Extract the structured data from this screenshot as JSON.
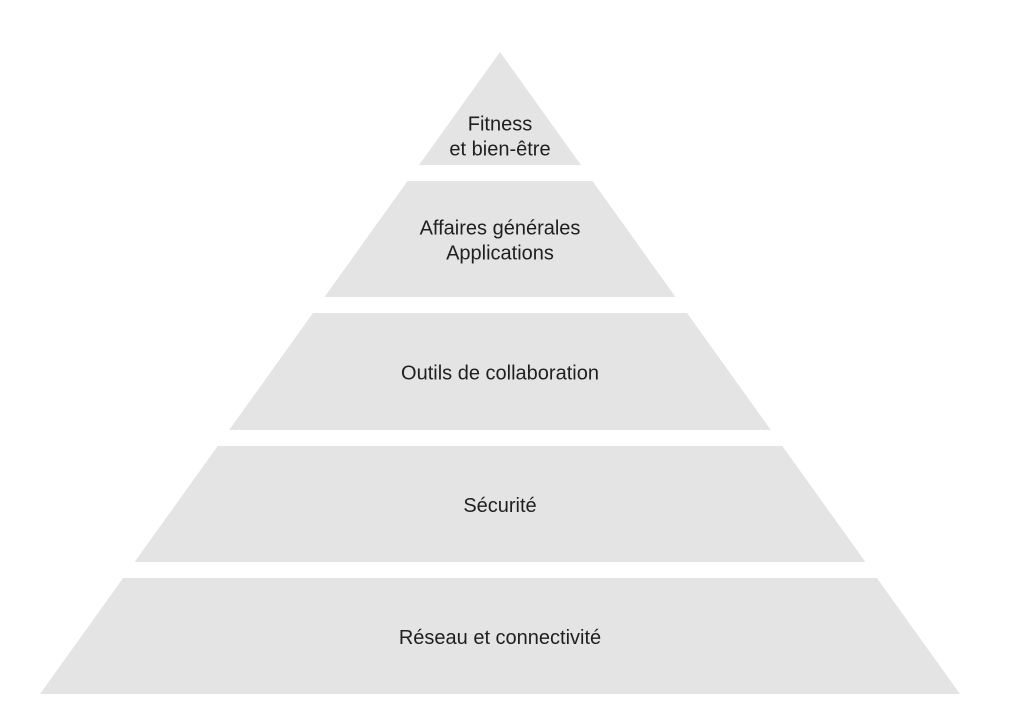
{
  "diagram": {
    "type": "pyramid",
    "tier_fill": "#e4e4e4",
    "text_color": "#1f1f1f",
    "tiers": [
      {
        "lines": [
          "Fitness",
          "et bien-être"
        ]
      },
      {
        "lines": [
          "Affaires générales",
          "Applications"
        ]
      },
      {
        "lines": [
          "Outils de collaboration"
        ]
      },
      {
        "lines": [
          "Sécurité"
        ]
      },
      {
        "lines": [
          "Réseau et connectivité"
        ]
      }
    ]
  }
}
